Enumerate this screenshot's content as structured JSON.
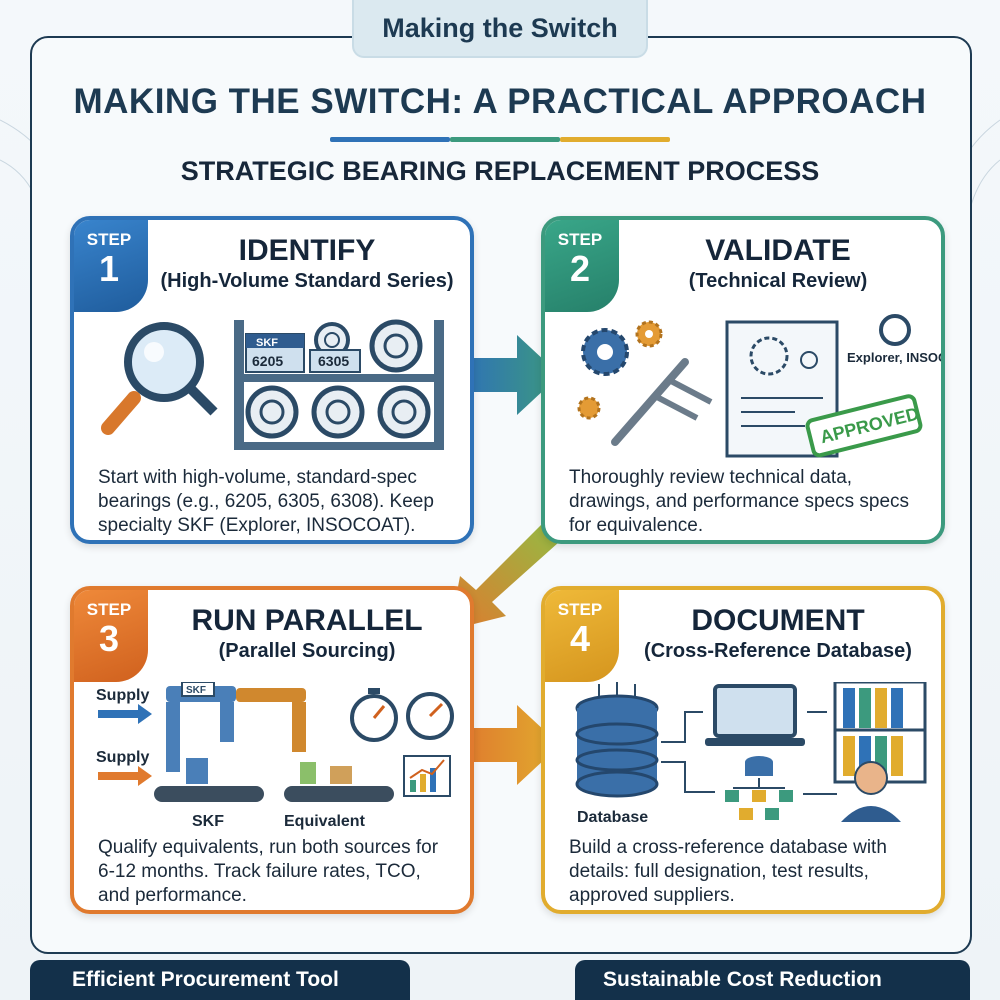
{
  "header": {
    "tab_label": "Making the Switch",
    "title": "MAKING THE SWITCH: A PRACTICAL APPROACH",
    "subtitle": "STRATEGIC BEARING REPLACEMENT PROCESS"
  },
  "steps": [
    {
      "step_word": "STEP",
      "number": "1",
      "title": "IDENTIFY",
      "subtitle": "(High-Volume Standard Series)",
      "description": "Start with high-volume, standard-spec bearings (e.g., 6205, 6305, 6308). Keep specialty SKF (Explorer, INSOCOAT).",
      "illustration_labels": {
        "brand": "SKF",
        "part_a": "6205",
        "part_b": "6305"
      },
      "icons": [
        "magnifier-icon",
        "bearing-shelf-icon"
      ]
    },
    {
      "step_word": "STEP",
      "number": "2",
      "title": "VALIDATE",
      "subtitle": "(Technical Review)",
      "description": "Thoroughly review technical data, drawings, and performance specs specs for equivalence.",
      "illustration_labels": {
        "note": "Explorer, INSOCOAT",
        "stamp": "APPROVED"
      },
      "icons": [
        "gears-icon",
        "caliper-icon",
        "drawing-document-icon",
        "approved-stamp-icon"
      ]
    },
    {
      "step_word": "STEP",
      "number": "3",
      "title": "RUN PARALLEL",
      "subtitle": "(Parallel Sourcing)",
      "description": "Qualify equivalents, run both sources for 6-12 months. Track failure rates, TCO, and performance.",
      "illustration_labels": {
        "supply_1": "Supply",
        "supply_2": "Supply",
        "brand": "SKF",
        "line_a": "SKF",
        "line_b": "Equivalent"
      },
      "icons": [
        "conveyor-icon",
        "stopwatch-icon",
        "gauge-icon",
        "growth-chart-icon"
      ]
    },
    {
      "step_word": "STEP",
      "number": "4",
      "title": "DOCUMENT",
      "subtitle": "(Cross-Reference Database)",
      "description": "Build a cross-reference database with details: full designation, test results, approved suppliers.",
      "illustration_labels": {
        "database": "Database"
      },
      "icons": [
        "database-icon",
        "laptop-icon",
        "binders-shelf-icon",
        "org-chart-icon",
        "person-icon"
      ]
    }
  ],
  "footer": {
    "left": "Efficient Procurement Tool",
    "right": "Sustainable Cost Reduction"
  },
  "colors": {
    "navy": "#1d3a52",
    "step1": "#2f72b7",
    "step2": "#3c9a7e",
    "step3": "#e07a2e",
    "step4": "#e1ac2e"
  }
}
